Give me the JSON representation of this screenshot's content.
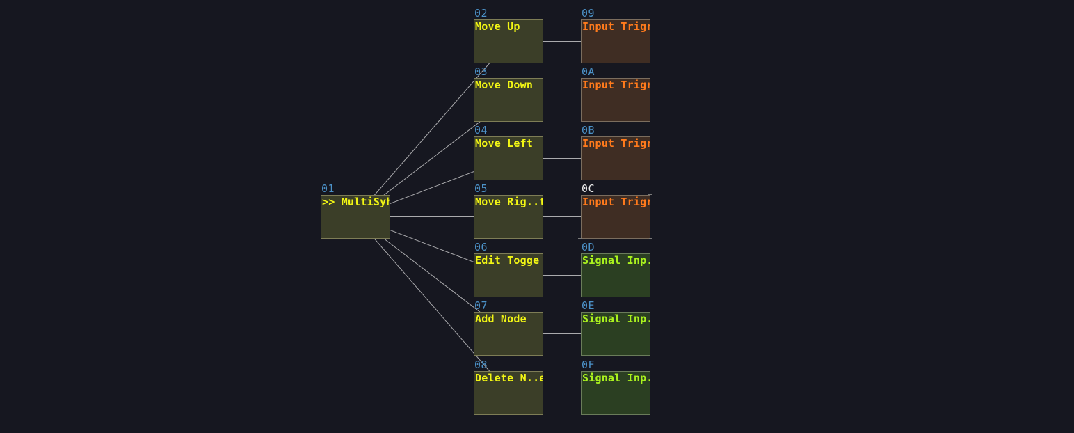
{
  "colors": {
    "background": "#161720",
    "id_color": "#4c92c8",
    "id_selected_color": "#e8e8e8",
    "wire_color": "#dcdcdc",
    "synth_bg": "#3b3e28",
    "synth_border": "#7e7d56",
    "synth_text": "#f2f614",
    "trigger_bg": "#3f2d23",
    "trigger_border": "#7b6d5e",
    "trigger_text": "#ff7a1c",
    "signal_bg": "#2b3f22",
    "signal_border": "#6a7c5a",
    "signal_text": "#aaf21e"
  },
  "nodes": [
    {
      "id": "01",
      "label": ">> MultiSyh",
      "kind": "synth"
    },
    {
      "id": "02",
      "label": "Move Up",
      "kind": "synth"
    },
    {
      "id": "03",
      "label": "Move Down",
      "kind": "synth"
    },
    {
      "id": "04",
      "label": "Move Left",
      "kind": "synth"
    },
    {
      "id": "05",
      "label": "Move Rig..t",
      "kind": "synth"
    },
    {
      "id": "06",
      "label": "Edit Togge",
      "kind": "synth"
    },
    {
      "id": "07",
      "label": "Add Node",
      "kind": "synth"
    },
    {
      "id": "08",
      "label": "Delete N..e",
      "kind": "synth"
    },
    {
      "id": "09",
      "label": "Input Trigr",
      "kind": "trigger"
    },
    {
      "id": "0A",
      "label": "Input Trigr",
      "kind": "trigger"
    },
    {
      "id": "0B",
      "label": "Input Trigr",
      "kind": "trigger"
    },
    {
      "id": "0C",
      "label": "Input Trigr",
      "kind": "trigger",
      "selected": true
    },
    {
      "id": "0D",
      "label": "Signal Inp.t",
      "kind": "signal"
    },
    {
      "id": "0E",
      "label": "Signal Inp.t",
      "kind": "signal"
    },
    {
      "id": "0F",
      "label": "Signal Inp.t",
      "kind": "signal"
    }
  ],
  "connections": [
    {
      "from": "01",
      "to": "02"
    },
    {
      "from": "01",
      "to": "03"
    },
    {
      "from": "01",
      "to": "04"
    },
    {
      "from": "01",
      "to": "05"
    },
    {
      "from": "01",
      "to": "06"
    },
    {
      "from": "01",
      "to": "07"
    },
    {
      "from": "01",
      "to": "08"
    },
    {
      "from": "02",
      "to": "09"
    },
    {
      "from": "03",
      "to": "0A"
    },
    {
      "from": "04",
      "to": "0B"
    },
    {
      "from": "05",
      "to": "0C"
    },
    {
      "from": "06",
      "to": "0D"
    },
    {
      "from": "07",
      "to": "0E"
    },
    {
      "from": "08",
      "to": "0F"
    }
  ]
}
